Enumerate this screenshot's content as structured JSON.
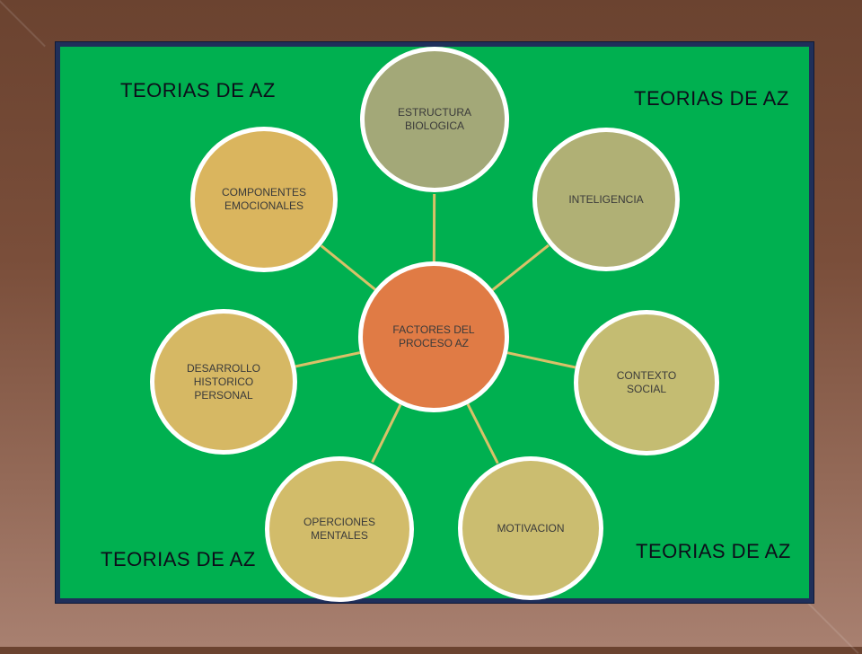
{
  "corner_labels": {
    "top_left": "TEORIAS DE AZ",
    "top_right": "TEORIAS DE AZ",
    "bottom_left": "TEORIAS DE AZ",
    "bottom_right": "TEORIAS DE AZ"
  },
  "diagram": {
    "center": {
      "label": "FACTORES DEL PROCESO AZ",
      "color": "#e07b45"
    },
    "nodes": [
      {
        "label": "ESTRUCTURA BIOLOGICA",
        "color": "#a3a878"
      },
      {
        "label": "INTELIGENCIA",
        "color": "#b0b075"
      },
      {
        "label": "CONTEXTO SOCIAL",
        "color": "#c4bc72"
      },
      {
        "label": "MOTIVACION",
        "color": "#cbbd70"
      },
      {
        "label": "OPERCIONES MENTALES",
        "color": "#d2bc6a"
      },
      {
        "label": "DESARROLLO HISTORICO PERSONAL",
        "color": "#d6b864"
      },
      {
        "label": "COMPONENTES EMOCIONALES",
        "color": "#dab55e"
      }
    ],
    "connector_color": "#d9c168"
  }
}
